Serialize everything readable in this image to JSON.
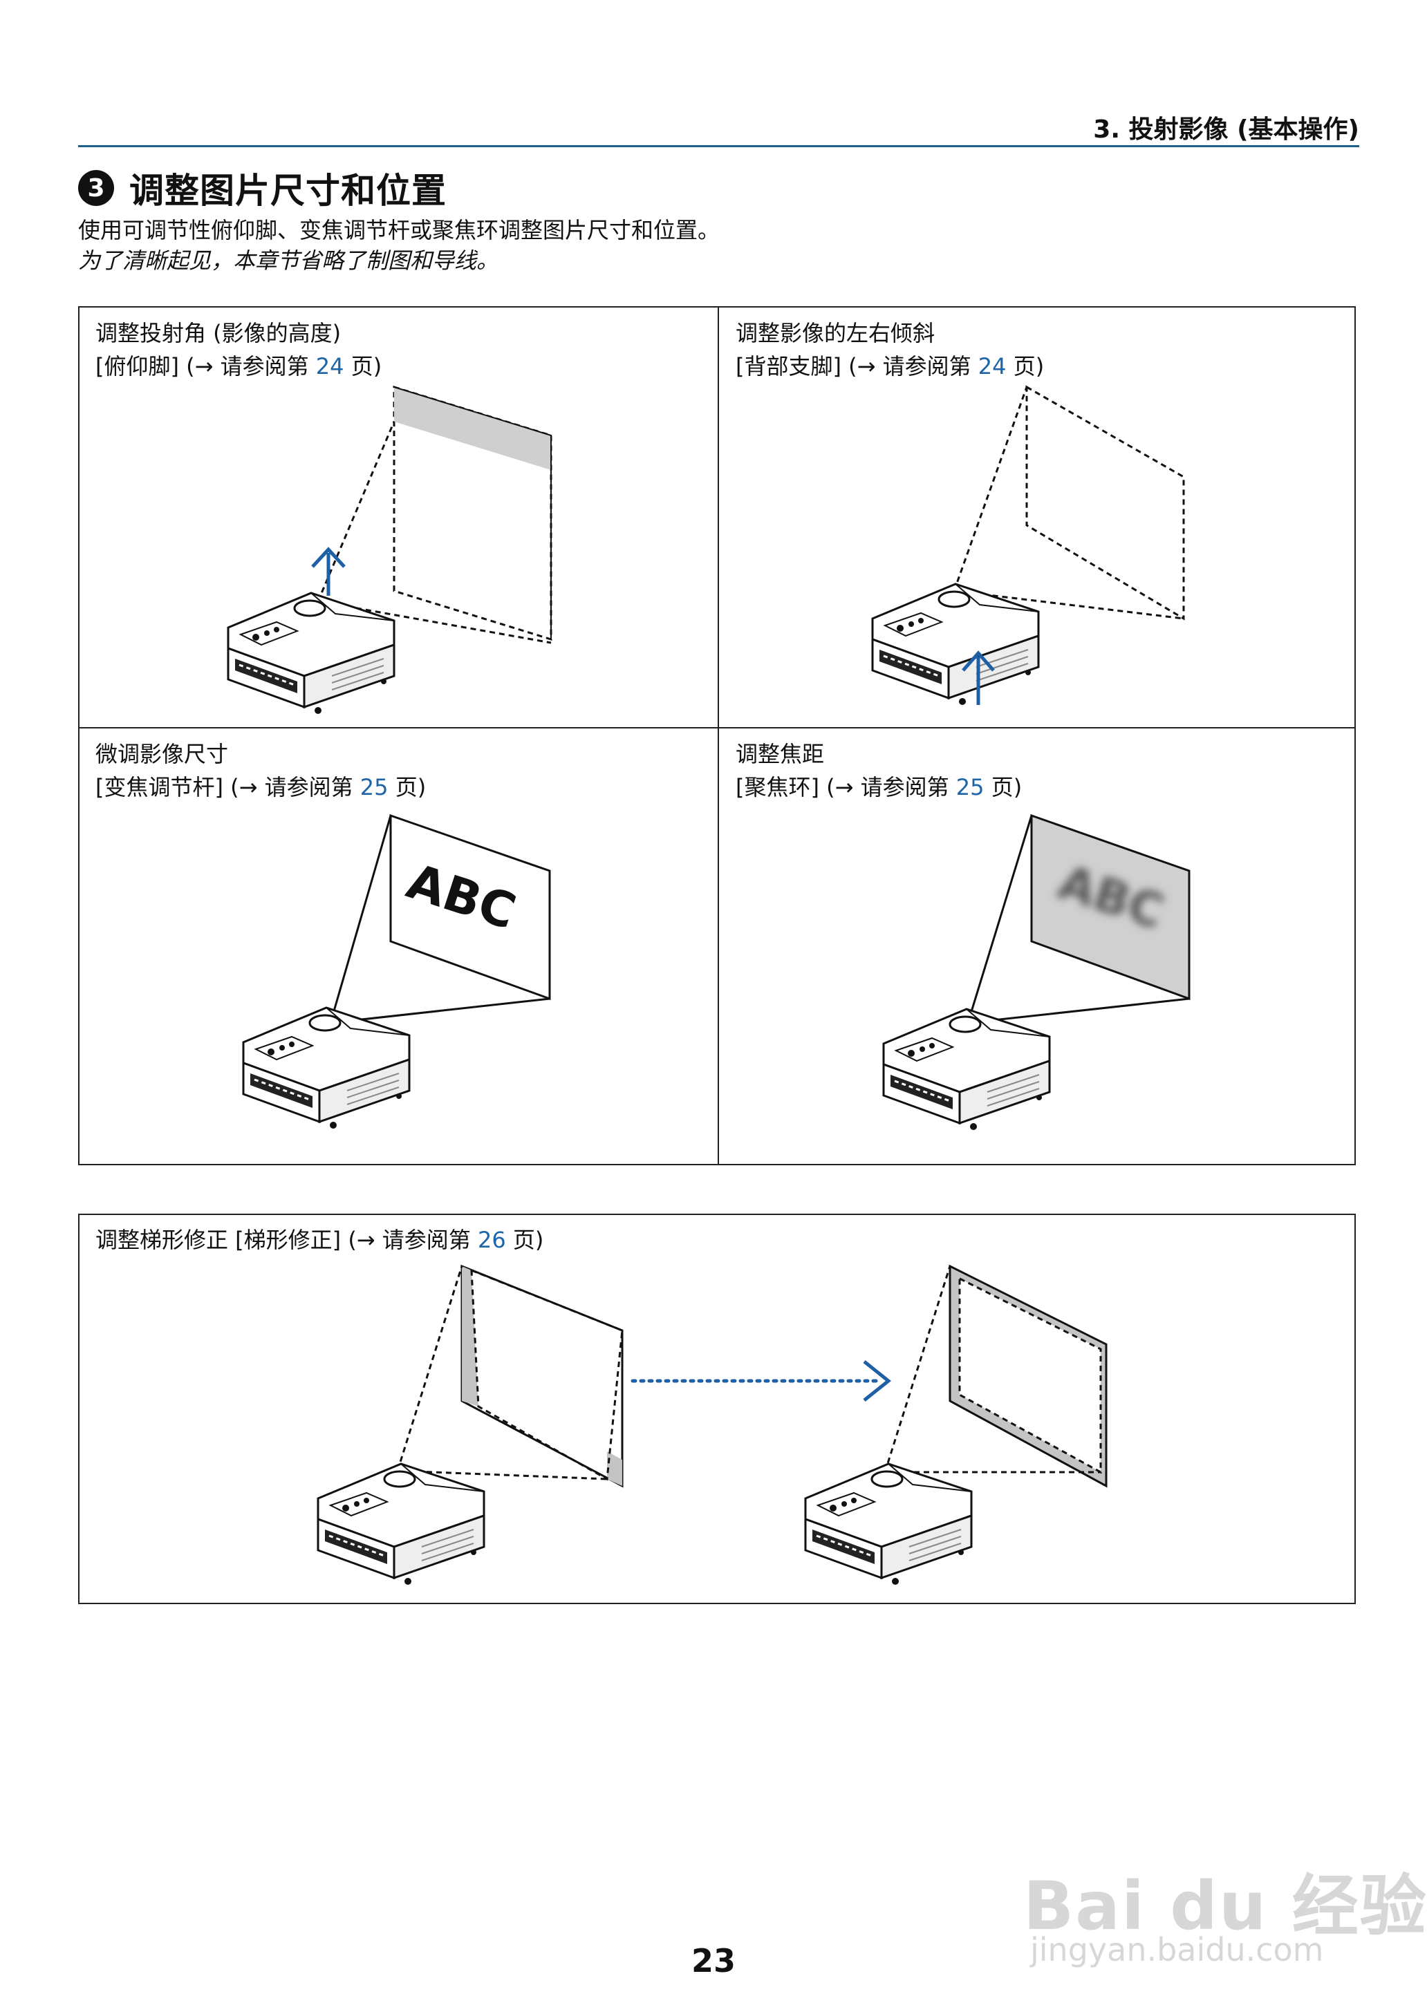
{
  "header": {
    "chapter": "3. 投射影像 (基本操作)",
    "section_number": "3",
    "section_title": "调整图片尺寸和位置"
  },
  "intro": "使用可调节性俯仰脚、变焦调节杆或聚焦环调整图片尺寸和位置。",
  "note": "为了清晰起见，本章节省略了制图和导线。",
  "panels": [
    {
      "line1": "调整投射角 (影像的高度)",
      "line2_prefix": "[俯仰脚] (→ 请参阅第 ",
      "page": "24",
      "line2_suffix": " 页)"
    },
    {
      "line1": "调整影像的左右倾斜",
      "line2_prefix": "[背部支脚] (→ 请参阅第 ",
      "page": "24",
      "line2_suffix": " 页)"
    },
    {
      "line1": "微调影像尺寸",
      "line2_prefix": "[变焦调节杆] (→ 请参阅第 ",
      "page": "25",
      "line2_suffix": " 页)"
    },
    {
      "line1": "调整焦距",
      "line2_prefix": "[聚焦环] (→ 请参阅第 ",
      "page": "25",
      "line2_suffix": " 页)"
    }
  ],
  "keystone": {
    "label_prefix": "调整梯形修正 [梯形修正] (→ 请参阅第 ",
    "page": "26",
    "label_suffix": " 页)"
  },
  "screen_text": {
    "sharp": "ABC",
    "blurred": "ABC"
  },
  "page_number": "23",
  "watermark": {
    "brand": "Bai du 经验",
    "url": "jingyan.baidu.com"
  },
  "colors": {
    "accent": "#1d64a8",
    "rule": "#1d5f8c",
    "arrow": "#1f5fa6"
  }
}
